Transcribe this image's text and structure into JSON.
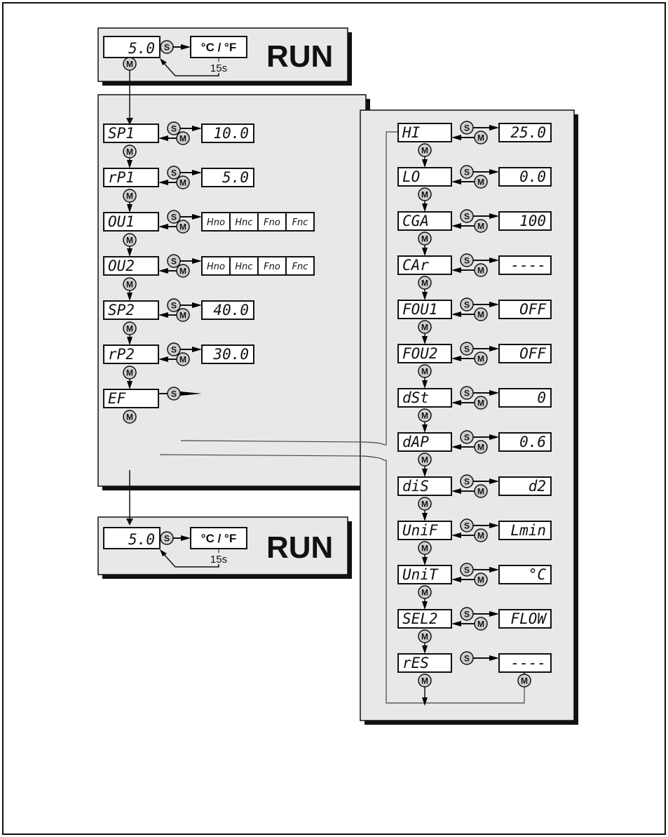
{
  "header_run": {
    "display": "5.0",
    "unit": "°C / °F",
    "timer": "15s",
    "label": "RUN"
  },
  "footer_run": {
    "display": "5.0",
    "unit": "°C / °F",
    "timer": "15s",
    "label": "RUN"
  },
  "buttons": {
    "set": "S",
    "mode": "M"
  },
  "left_menu": [
    {
      "code": "SP1",
      "values": [
        "10.0"
      ]
    },
    {
      "code": "rP1",
      "values": [
        "5.0"
      ]
    },
    {
      "code": "OU1",
      "values": [
        "Hno",
        "Hnc",
        "Fno",
        "Fnc"
      ]
    },
    {
      "code": "OU2",
      "values": [
        "Hno",
        "Hnc",
        "Fno",
        "Fnc"
      ]
    },
    {
      "code": "SP2",
      "values": [
        "40.0"
      ]
    },
    {
      "code": "rP2",
      "values": [
        "30.0"
      ]
    },
    {
      "code": "EF",
      "values": []
    }
  ],
  "right_menu": [
    {
      "code": "HI",
      "value": "25.0"
    },
    {
      "code": "LO",
      "value": "0.0"
    },
    {
      "code": "CGA",
      "value": "100"
    },
    {
      "code": "CAr",
      "value": "----"
    },
    {
      "code": "FOU1",
      "value": "OFF"
    },
    {
      "code": "FOU2",
      "value": "OFF"
    },
    {
      "code": "dSt",
      "value": "0"
    },
    {
      "code": "dAP",
      "value": "0.6"
    },
    {
      "code": "diS",
      "value": "d2"
    },
    {
      "code": "UniF",
      "value": "Lmin"
    },
    {
      "code": "UniT",
      "value": "°C"
    },
    {
      "code": "SEL2",
      "value": "FLOW"
    },
    {
      "code": "rES",
      "value": "----"
    }
  ]
}
